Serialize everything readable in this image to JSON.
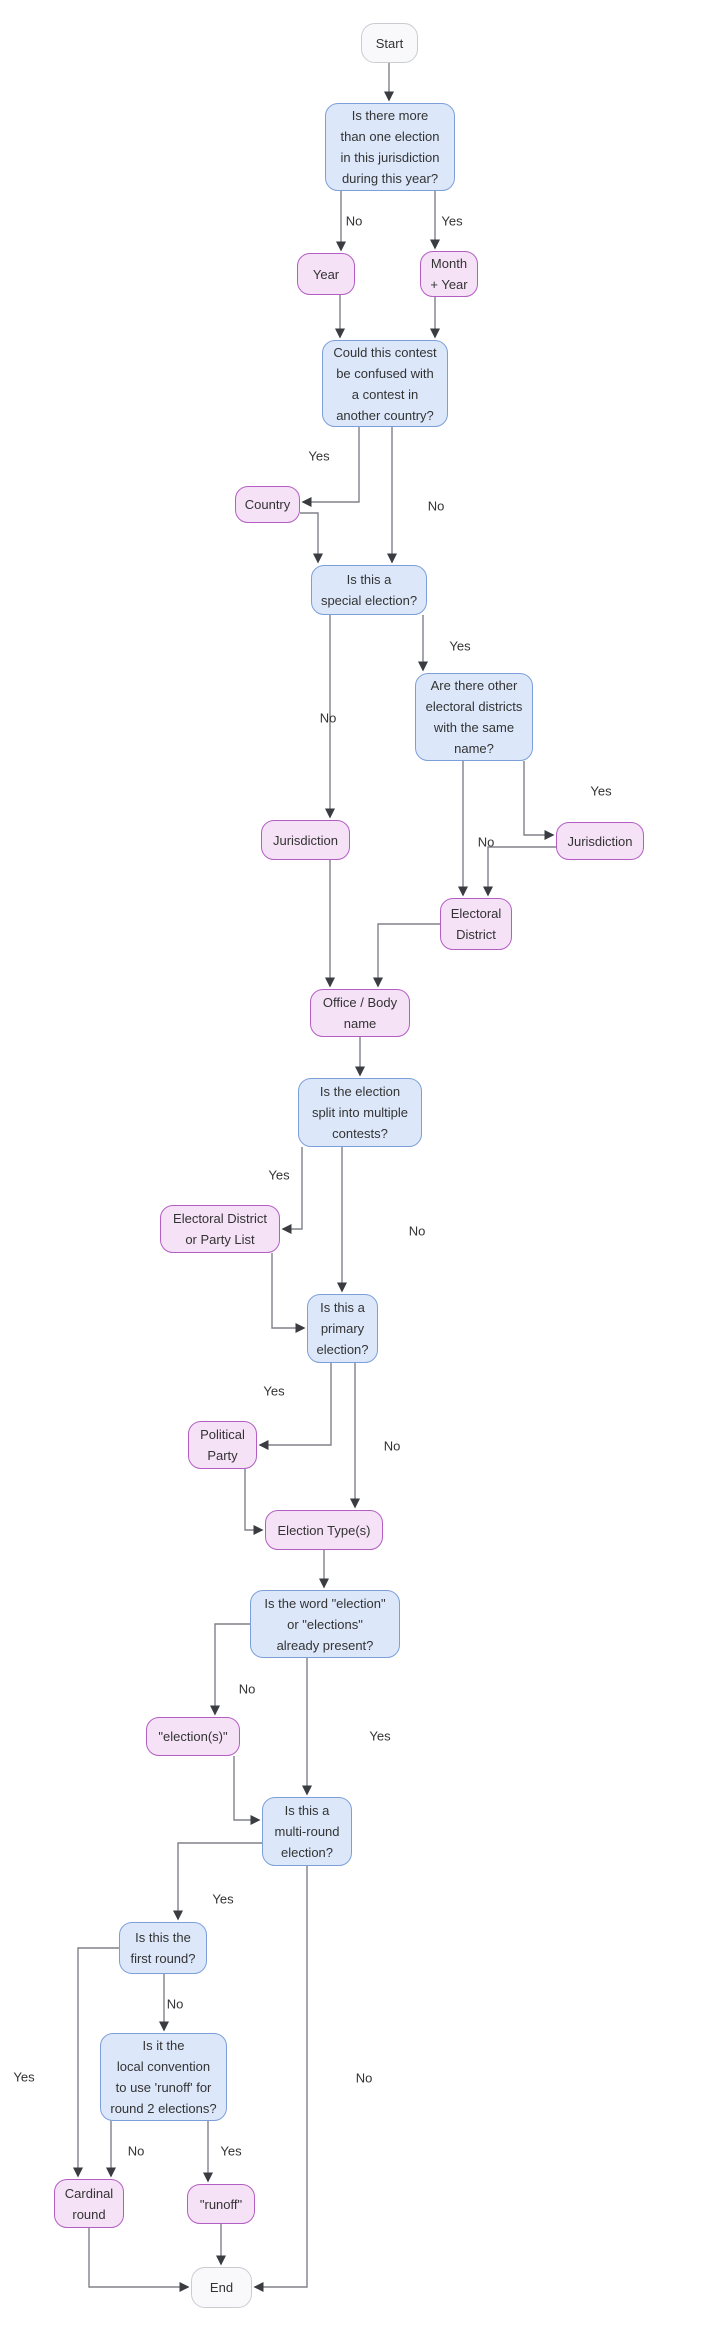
{
  "nodes": {
    "start": "Start",
    "q_multiple_elections": "Is there more\nthan one election\nin this jurisdiction\nduring this year?",
    "year": "Year",
    "month_year": "Month\n+ Year",
    "q_confused_country": "Could this contest\nbe confused with\na contest in\nanother country?",
    "country": "Country",
    "q_special_election": "Is this a\nspecial election?",
    "q_other_districts": "Are there other\nelectoral districts\nwith the same\nname?",
    "jurisdiction_a": "Jurisdiction",
    "jurisdiction_b": "Jurisdiction",
    "electoral_district": "Electoral\nDistrict",
    "office_body_name": "Office / Body\nname",
    "q_split_contests": "Is the election\nsplit into multiple\ncontests?",
    "ed_or_party_list": "Electoral District\nor Party List",
    "q_primary": "Is this a\nprimary\nelection?",
    "political_party": "Political\nParty",
    "election_types": "Election Type(s)",
    "q_word_election": "Is the word \"election\"\nor \"elections\"\nalready present?",
    "election_s": "\"election(s)\"",
    "q_multi_round": "Is this a\nmulti-round\nelection?",
    "q_first_round": "Is this the\nfirst round?",
    "q_runoff_convention": "Is it the\nlocal convention\nto use 'runoff' for\nround 2 elections?",
    "cardinal_round": "Cardinal\nround",
    "runoff": "\"runoff\"",
    "end": "End"
  },
  "edges": [
    {
      "from": "start",
      "to": "q_multiple_elections"
    },
    {
      "from": "q_multiple_elections",
      "to": "year",
      "label": "No"
    },
    {
      "from": "q_multiple_elections",
      "to": "month_year",
      "label": "Yes"
    },
    {
      "from": "year",
      "to": "q_confused_country"
    },
    {
      "from": "month_year",
      "to": "q_confused_country"
    },
    {
      "from": "q_confused_country",
      "to": "country",
      "label": "Yes"
    },
    {
      "from": "q_confused_country",
      "to": "q_special_election",
      "label": "No"
    },
    {
      "from": "country",
      "to": "q_special_election"
    },
    {
      "from": "q_special_election",
      "to": "jurisdiction_a",
      "label": "No"
    },
    {
      "from": "q_special_election",
      "to": "q_other_districts",
      "label": "Yes"
    },
    {
      "from": "q_other_districts",
      "to": "jurisdiction_b",
      "label": "Yes"
    },
    {
      "from": "q_other_districts",
      "to": "electoral_district",
      "label": "No"
    },
    {
      "from": "jurisdiction_b",
      "to": "electoral_district"
    },
    {
      "from": "jurisdiction_a",
      "to": "office_body_name"
    },
    {
      "from": "electoral_district",
      "to": "office_body_name"
    },
    {
      "from": "office_body_name",
      "to": "q_split_contests"
    },
    {
      "from": "q_split_contests",
      "to": "ed_or_party_list",
      "label": "Yes"
    },
    {
      "from": "q_split_contests",
      "to": "q_primary",
      "label": "No"
    },
    {
      "from": "ed_or_party_list",
      "to": "q_primary"
    },
    {
      "from": "q_primary",
      "to": "political_party",
      "label": "Yes"
    },
    {
      "from": "q_primary",
      "to": "election_types",
      "label": "No"
    },
    {
      "from": "political_party",
      "to": "election_types"
    },
    {
      "from": "election_types",
      "to": "q_word_election"
    },
    {
      "from": "q_word_election",
      "to": "election_s",
      "label": "No"
    },
    {
      "from": "q_word_election",
      "to": "q_multi_round",
      "label": "Yes"
    },
    {
      "from": "election_s",
      "to": "q_multi_round"
    },
    {
      "from": "q_multi_round",
      "to": "q_first_round",
      "label": "Yes"
    },
    {
      "from": "q_multi_round",
      "to": "end",
      "label": "No"
    },
    {
      "from": "q_first_round",
      "to": "cardinal_round",
      "label": "Yes"
    },
    {
      "from": "q_first_round",
      "to": "q_runoff_convention",
      "label": "No"
    },
    {
      "from": "q_runoff_convention",
      "to": "cardinal_round",
      "label": "No"
    },
    {
      "from": "q_runoff_convention",
      "to": "runoff",
      "label": "Yes"
    },
    {
      "from": "cardinal_round",
      "to": "end"
    },
    {
      "from": "runoff",
      "to": "end"
    }
  ],
  "colors": {
    "question_fill": "#dce8fa",
    "question_border": "#7d9fd9",
    "output_fill": "#f6e2f7",
    "output_border": "#b45ec3",
    "terminal_fill": "#f9f9fb",
    "terminal_border": "#c9cdd2",
    "edge_color": "#81818a",
    "arrow_color": "#3a3c42",
    "text_color": "#333333"
  }
}
